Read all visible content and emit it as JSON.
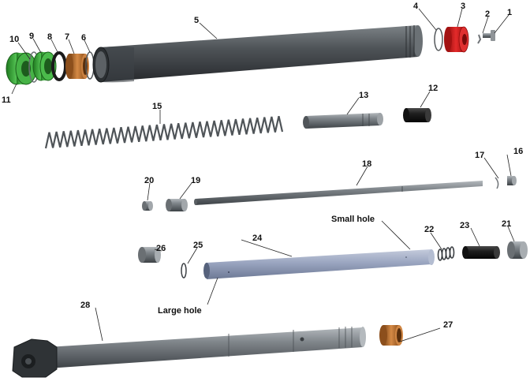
{
  "callouts": {
    "c1": "1",
    "c2": "2",
    "c3": "3",
    "c4": "4",
    "c5": "5",
    "c6": "6",
    "c7": "7",
    "c8": "8",
    "c9": "9",
    "c10": "10",
    "c11": "11",
    "c12": "12",
    "c13": "13",
    "c15": "15",
    "c16": "16",
    "c17": "17",
    "c18": "18",
    "c19": "19",
    "c20": "20",
    "c21": "21",
    "c22": "22",
    "c23": "23",
    "c24": "24",
    "c25": "25",
    "c26": "26",
    "c27": "27",
    "c28": "28"
  },
  "labels": {
    "small_hole": "Small hole",
    "large_hole": "Large hole"
  },
  "colors": {
    "part_grey": "#6f7478",
    "part_grey_light": "#a5aaae",
    "cap_red": "#d01a1a",
    "nut_green": "#3aa83a",
    "bushing_bronze": "#b06a28",
    "tube_blue": "#9ba6bf",
    "black": "#1a1a1a"
  }
}
